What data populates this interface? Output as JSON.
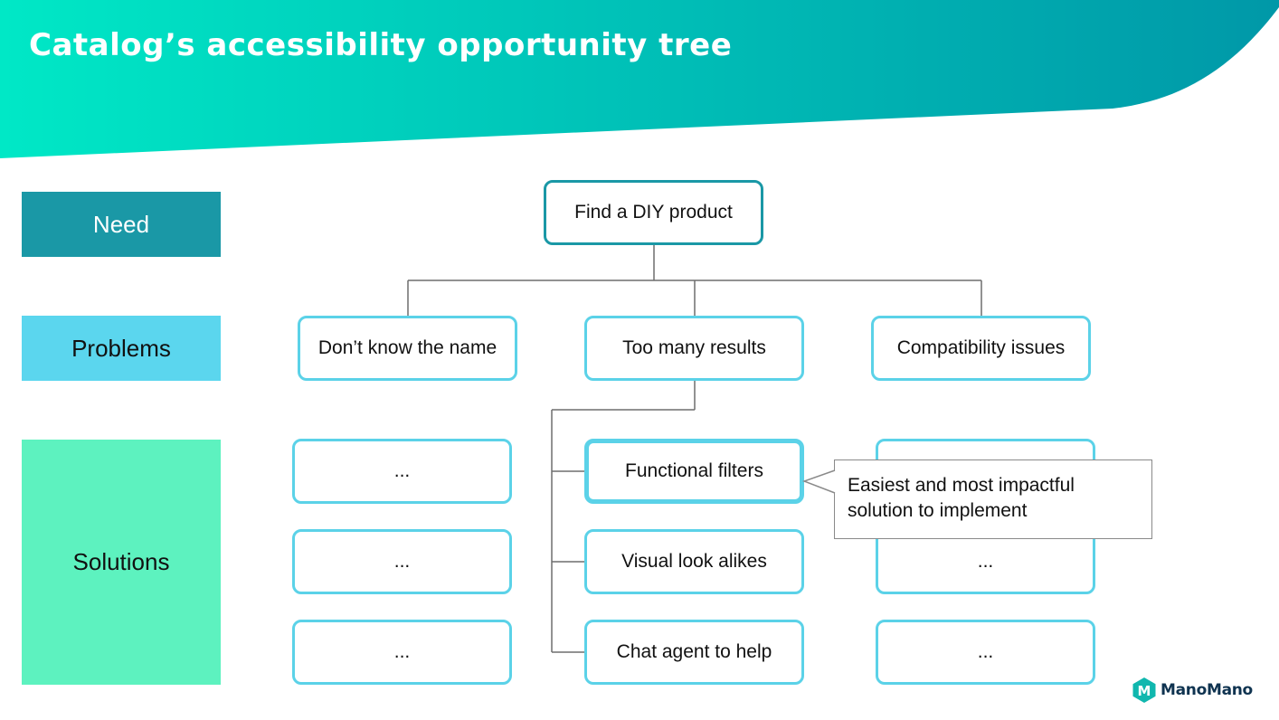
{
  "title": "Catalog’s accessibility opportunity tree",
  "row_labels": {
    "need": "Need",
    "problems": "Problems",
    "solutions": "Solutions"
  },
  "need": {
    "label": "Find a DIY product"
  },
  "problems": [
    {
      "label": "Don’t know the name"
    },
    {
      "label": "Too many results"
    },
    {
      "label": "Compatibility issues"
    }
  ],
  "solutions": {
    "left": [
      "...",
      "...",
      "..."
    ],
    "middle": [
      "Functional filters",
      "Visual look alikes",
      "Chat agent to help"
    ],
    "right": [
      "...",
      "...",
      "..."
    ]
  },
  "callout": {
    "text": "Easiest and most impactful solution to implement"
  },
  "logo": {
    "text": "ManoMano"
  },
  "colors": {
    "banner_start": "#00e8c6",
    "banner_end": "#0098a8",
    "need": "#1a98a6",
    "problems": "#5bd6ee",
    "solutions": "#5df2bf",
    "node_border": "#5bd2e8"
  }
}
